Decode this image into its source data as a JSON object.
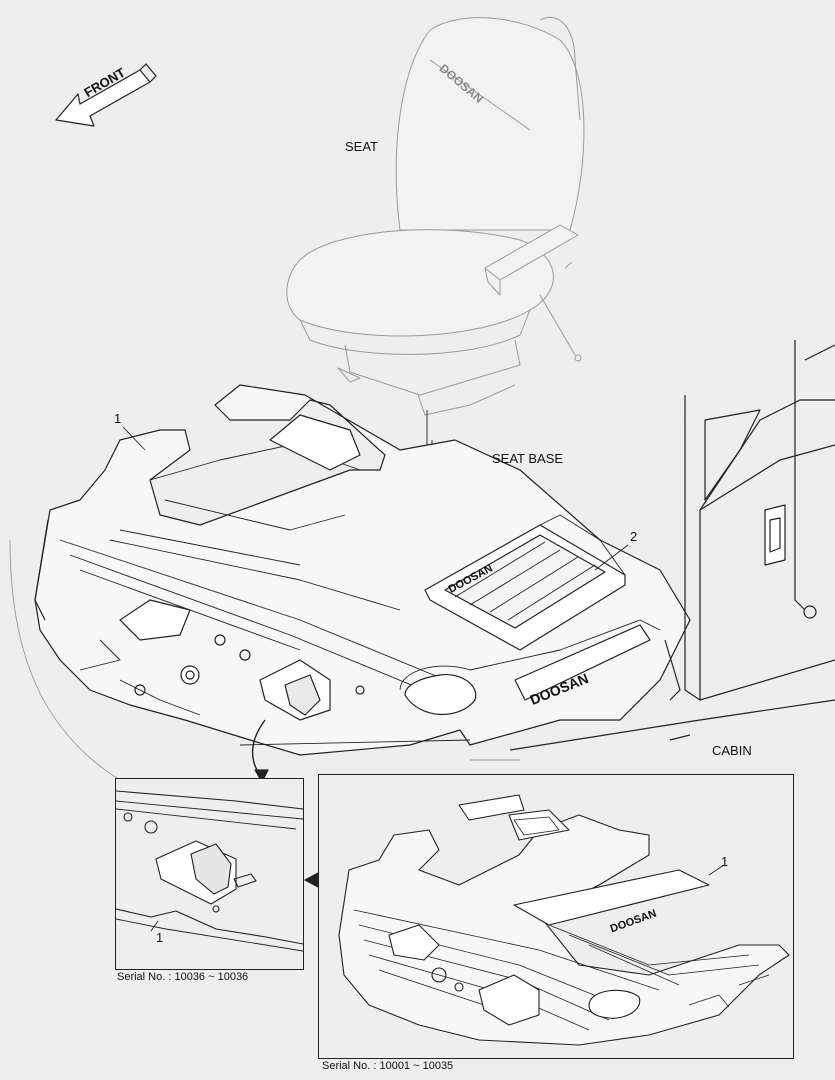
{
  "labels": {
    "front": "FRONT",
    "seat": "SEAT",
    "seat_base": "SEAT BASE",
    "cabin": "CABIN",
    "part_1": "1",
    "part_2": "2",
    "brand": "DOOSAN"
  },
  "insets": {
    "left": {
      "part": "1",
      "serial": "Serial No. : 10036 ~ 10036"
    },
    "right": {
      "part": "1",
      "serial": "Serial No. : 10001 ~ 10035"
    }
  },
  "colors": {
    "background": "#eeeeee",
    "line": "#222222",
    "faint_line": "#9a9a9a"
  }
}
